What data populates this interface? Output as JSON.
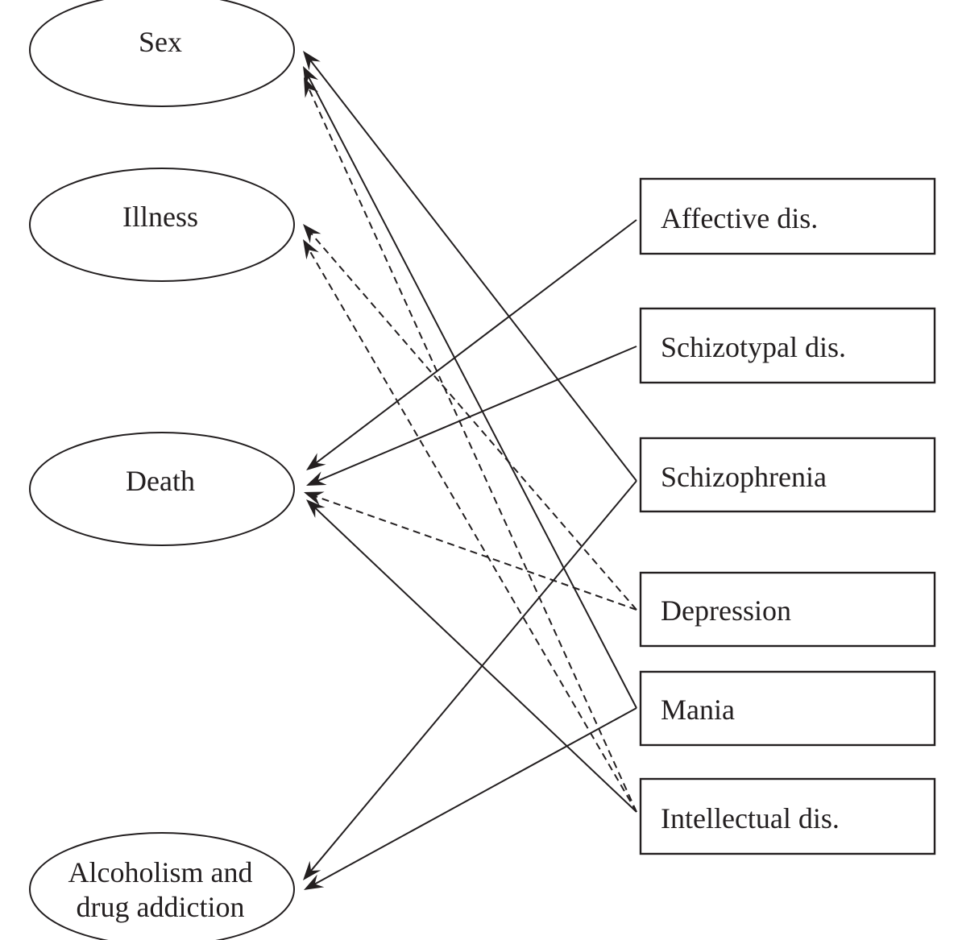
{
  "diagram": {
    "type": "directed-graph",
    "outcomes": [
      {
        "id": "sex",
        "label": "Sex"
      },
      {
        "id": "illness",
        "label": "Illness"
      },
      {
        "id": "death",
        "label": "Death"
      },
      {
        "id": "alcohol",
        "label_lines": [
          "Alcoholism and",
          "drug addiction"
        ]
      }
    ],
    "disorders": [
      {
        "id": "affective",
        "label": "Affective dis."
      },
      {
        "id": "schizotypal",
        "label": "Schizotypal dis."
      },
      {
        "id": "schizophrenia",
        "label": "Schizophrenia"
      },
      {
        "id": "depression",
        "label": "Depression"
      },
      {
        "id": "mania",
        "label": "Mania"
      },
      {
        "id": "intellectual",
        "label": "Intellectual dis."
      }
    ],
    "edges": [
      {
        "from": "affective",
        "to": "death",
        "style": "solid"
      },
      {
        "from": "schizotypal",
        "to": "death",
        "style": "solid"
      },
      {
        "from": "schizophrenia",
        "to": "sex",
        "style": "solid"
      },
      {
        "from": "schizophrenia",
        "to": "alcohol",
        "style": "solid"
      },
      {
        "from": "depression",
        "to": "illness",
        "style": "dashed"
      },
      {
        "from": "depression",
        "to": "death",
        "style": "dashed"
      },
      {
        "from": "mania",
        "to": "sex",
        "style": "solid"
      },
      {
        "from": "mania",
        "to": "alcohol",
        "style": "solid"
      },
      {
        "from": "intellectual",
        "to": "sex",
        "style": "dashed"
      },
      {
        "from": "intellectual",
        "to": "illness",
        "style": "dashed"
      },
      {
        "from": "intellectual",
        "to": "death",
        "style": "solid"
      }
    ],
    "legend": {
      "solid": "solid arrow",
      "dashed": "dashed arrow"
    },
    "colors": {
      "ink": "#231f20",
      "background": "#ffffff"
    }
  }
}
